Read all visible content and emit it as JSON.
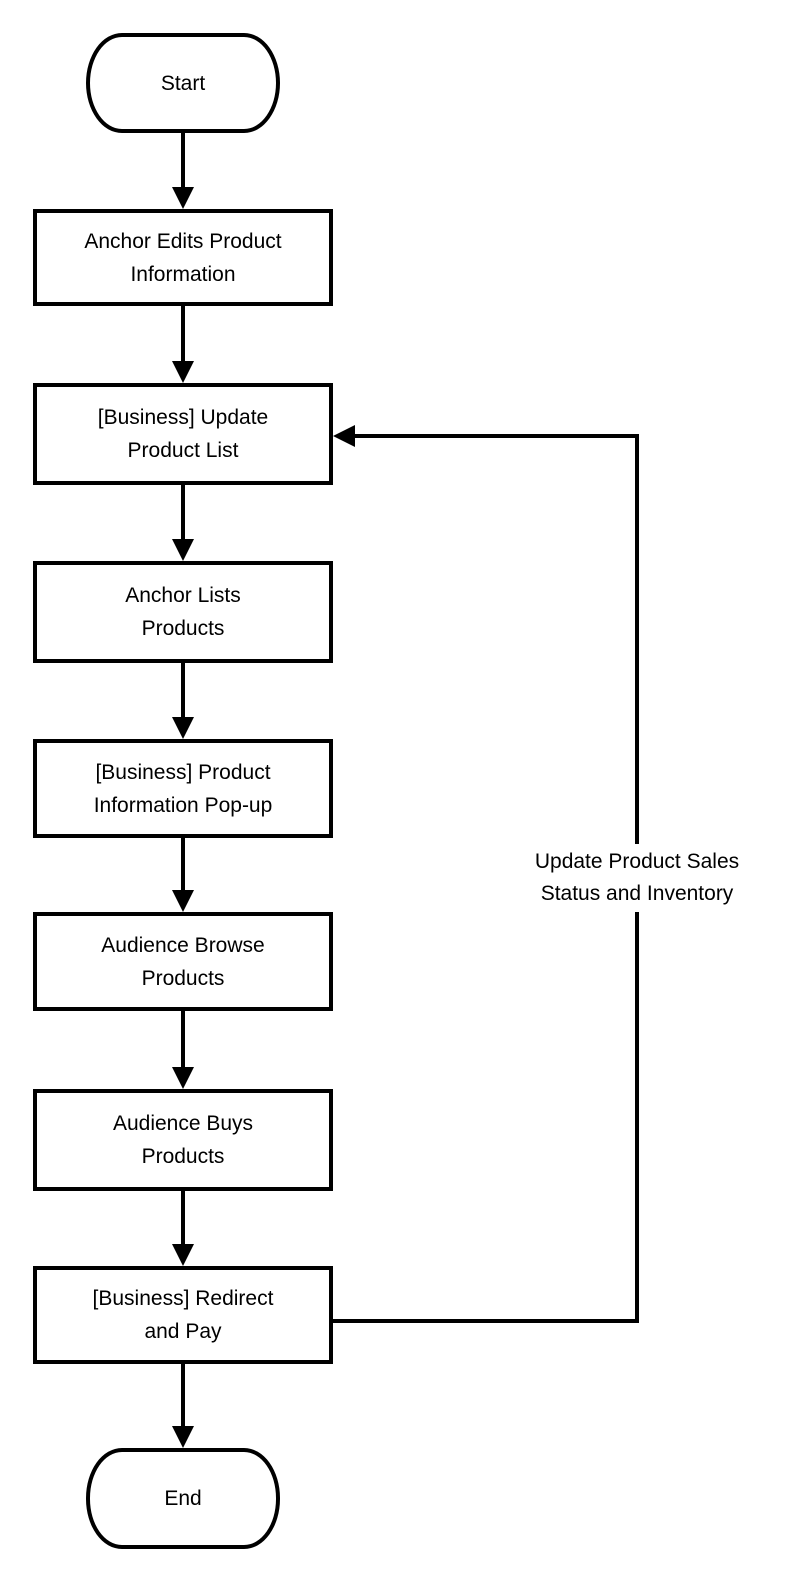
{
  "diagram": {
    "type": "flowchart",
    "direction": "top-down",
    "colors": {
      "stroke": "#000000",
      "node_fill": "#ffffff",
      "text": "#000000",
      "canvas_background": "#ffffff"
    },
    "nodes": [
      {
        "id": "start",
        "shape": "terminator",
        "label": "Start"
      },
      {
        "id": "anchor-edits",
        "shape": "process",
        "label": "Anchor Edits Product\nInformation"
      },
      {
        "id": "update-list",
        "shape": "process",
        "label": "[Business] Update\nProduct List"
      },
      {
        "id": "anchor-lists",
        "shape": "process",
        "label": "Anchor Lists\nProducts"
      },
      {
        "id": "info-popup",
        "shape": "process",
        "label": "[Business] Product\nInformation Pop-up"
      },
      {
        "id": "audience-browse",
        "shape": "process",
        "label": "Audience Browse\nProducts"
      },
      {
        "id": "audience-buys",
        "shape": "process",
        "label": "Audience Buys\nProducts"
      },
      {
        "id": "redirect-pay",
        "shape": "process",
        "label": "[Business] Redirect\nand Pay"
      },
      {
        "id": "end",
        "shape": "terminator",
        "label": "End"
      }
    ],
    "edges": [
      {
        "from": "start",
        "to": "anchor-edits",
        "label": ""
      },
      {
        "from": "anchor-edits",
        "to": "update-list",
        "label": ""
      },
      {
        "from": "update-list",
        "to": "anchor-lists",
        "label": ""
      },
      {
        "from": "anchor-lists",
        "to": "info-popup",
        "label": ""
      },
      {
        "from": "info-popup",
        "to": "audience-browse",
        "label": ""
      },
      {
        "from": "audience-browse",
        "to": "audience-buys",
        "label": ""
      },
      {
        "from": "audience-buys",
        "to": "redirect-pay",
        "label": ""
      },
      {
        "from": "redirect-pay",
        "to": "end",
        "label": ""
      },
      {
        "from": "redirect-pay",
        "to": "update-list",
        "label": "Update Product Sales\nStatus and Inventory"
      }
    ]
  }
}
